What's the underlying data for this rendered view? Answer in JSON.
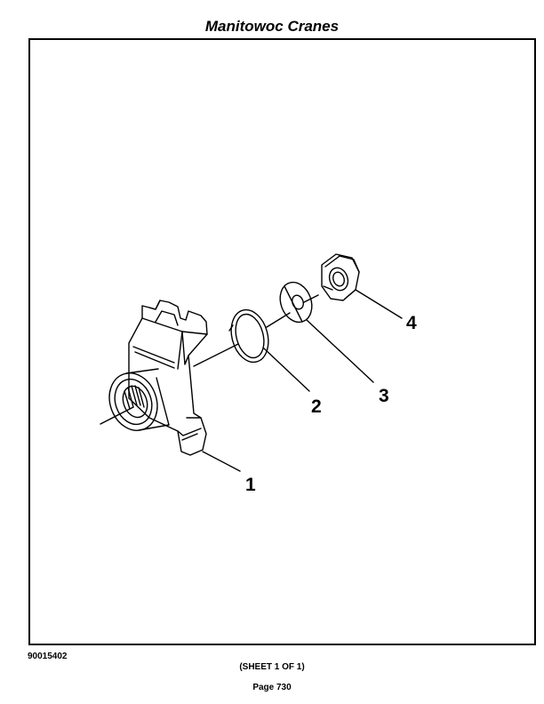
{
  "header": {
    "title": "Manitowoc Cranes"
  },
  "drawing": {
    "callouts": [
      "1",
      "2",
      "3",
      "4"
    ]
  },
  "footer": {
    "drawing_number": "90015402",
    "sheet": "(SHEET 1 OF 1)",
    "page": "Page 730"
  }
}
